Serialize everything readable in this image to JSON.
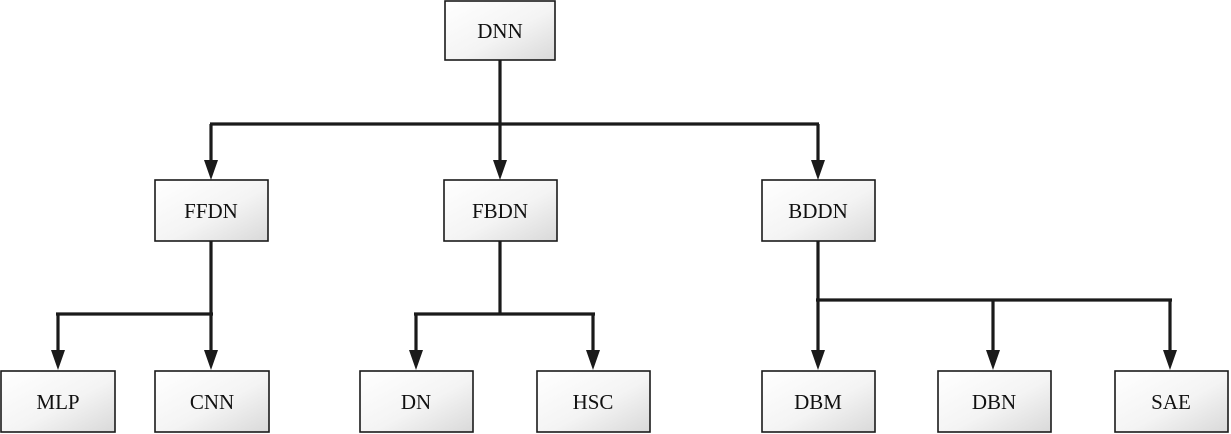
{
  "nodes": {
    "dnn": "DNN",
    "ffdn": "FFDN",
    "fbdn": "FBDN",
    "bddn": "BDDN",
    "mlp": "MLP",
    "cnn": "CNN",
    "dn": "DN",
    "hsc": "HSC",
    "dbm": "DBM",
    "dbn": "DBN",
    "sae": "SAE"
  },
  "edges": [
    [
      "dnn",
      "ffdn"
    ],
    [
      "dnn",
      "fbdn"
    ],
    [
      "dnn",
      "bddn"
    ],
    [
      "ffdn",
      "mlp"
    ],
    [
      "ffdn",
      "cnn"
    ],
    [
      "fbdn",
      "dn"
    ],
    [
      "fbdn",
      "hsc"
    ],
    [
      "bddn",
      "dbm"
    ],
    [
      "bddn",
      "dbn"
    ],
    [
      "bddn",
      "sae"
    ]
  ]
}
